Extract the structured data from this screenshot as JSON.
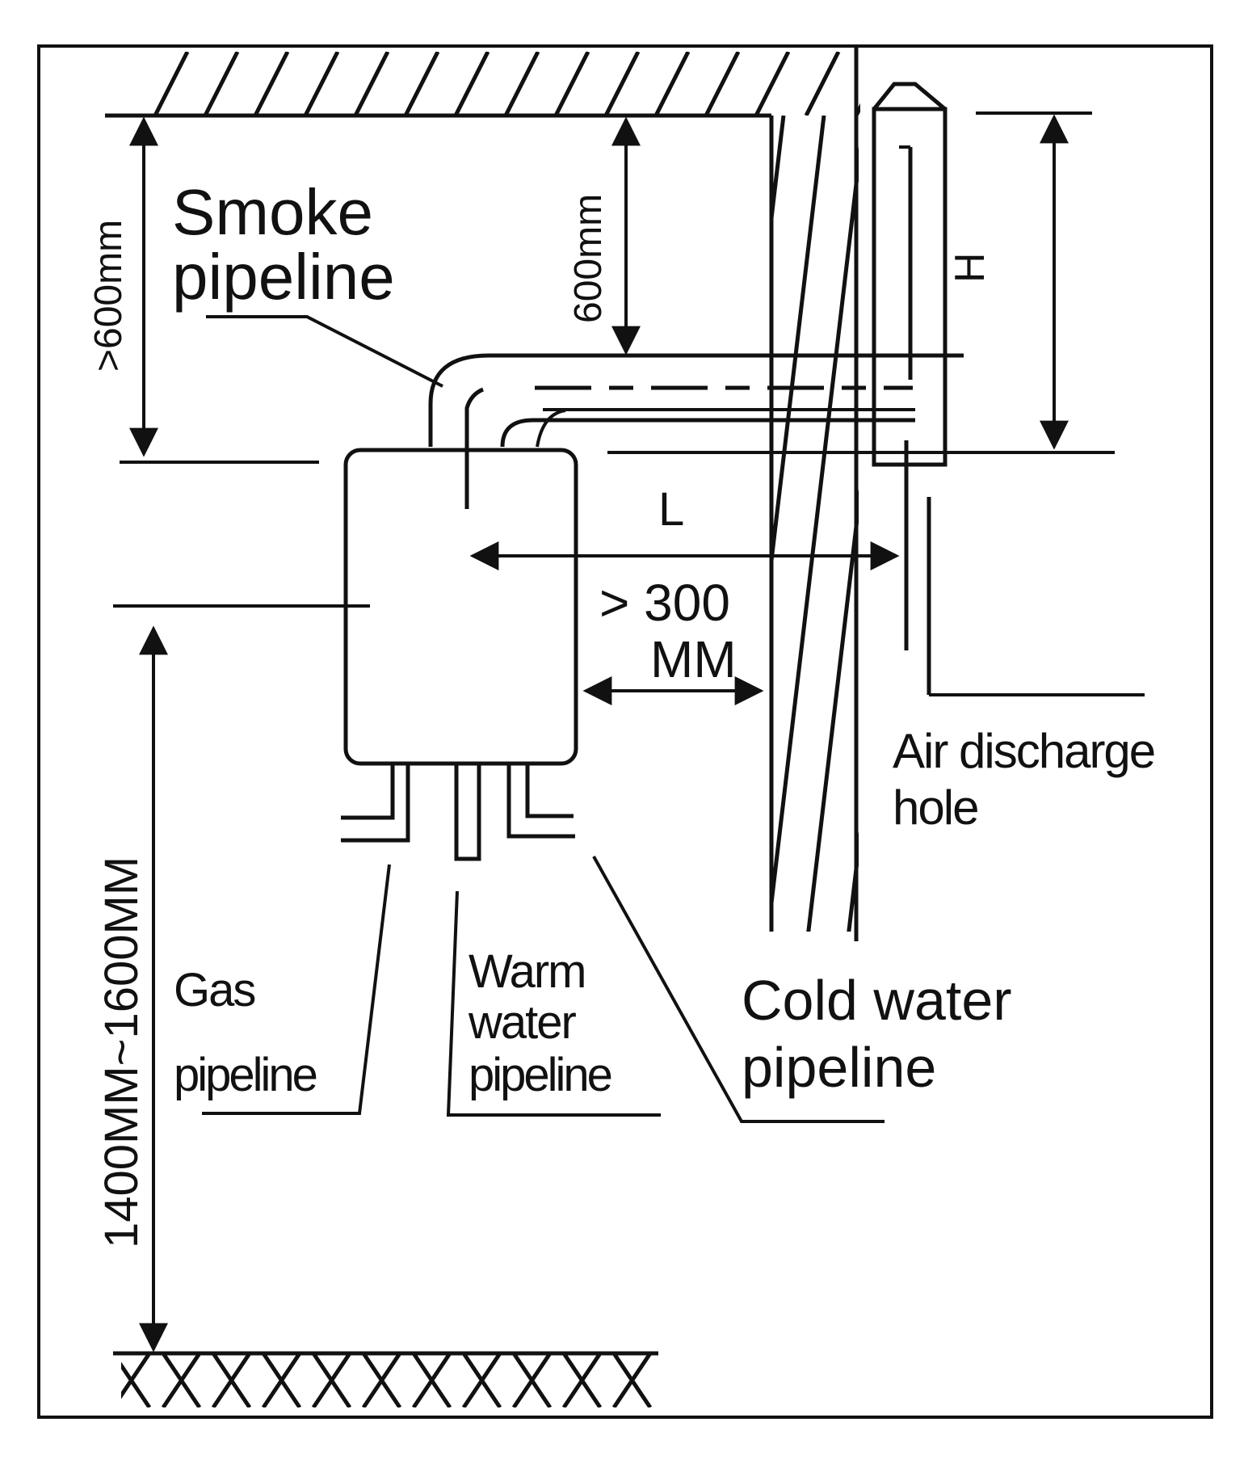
{
  "diagram": {
    "labels": {
      "smoke_line1": "Smoke",
      "smoke_line2": "pipeline",
      "over_600mm": ">600mm",
      "mm600": "600mm",
      "h": "H",
      "l": "L",
      "gt300_line1": "> 300",
      "gt300_line2": "MM",
      "air_line1": "Air discharge",
      "air_line2": "hole",
      "height_range": "1400MM~1600MM",
      "gas_line1": "Gas",
      "gas_line2": "pipeline",
      "warm_line1": "Warm",
      "warm_line2": "water",
      "warm_line3": "pipeline",
      "cold_line1": "Cold water",
      "cold_line2": "pipeline"
    }
  }
}
